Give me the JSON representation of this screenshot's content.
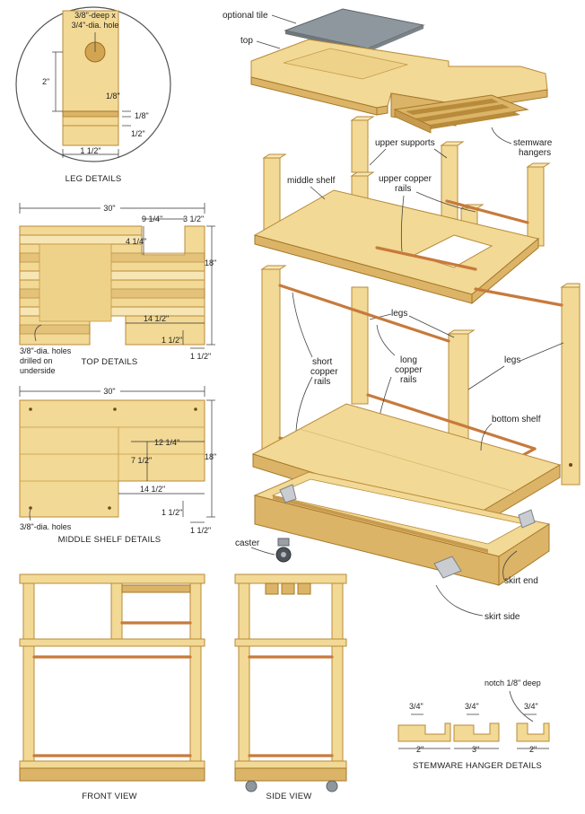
{
  "colors": {
    "wood": "#f2d995",
    "wood_dark": "#dcb468",
    "wood_edge": "#b88b3a",
    "copper": "#c77a3c",
    "tile": "#8e979d"
  },
  "captions": {
    "leg_details": "LEG DETAILS",
    "top_details": "TOP DETAILS",
    "middle_shelf_details": "MIDDLE SHELF DETAILS",
    "front_view": "FRONT VIEW",
    "side_view": "SIDE VIEW",
    "stemware_hanger_details": "STEMWARE HANGER DETAILS"
  },
  "leg_details": {
    "hole_label_line1": "3/8\"-deep x",
    "hole_label_line2": "3/4\"-dia. hole",
    "dim_2": "2\"",
    "dim_1_8": "1/8\"",
    "dim_1_8b": "1/8\"",
    "dim_1_2": "1/2\"",
    "dim_1_1_2": "1 1/2\""
  },
  "top_details": {
    "dim_30": "30\"",
    "dim_9_1_4": "9 1/4\"",
    "dim_3_1_2": "3 1/2\"",
    "dim_4_1_4": "4 1/4\"",
    "dim_18": "18\"",
    "dim_14_1_2": "14 1/2\"",
    "dim_1_1_2a": "1 1/2\"",
    "dim_1_1_2b": "1 1/2\"",
    "note_line1": "3/8\"-dia. holes",
    "note_line2": "drilled on",
    "note_line3": "underside"
  },
  "middle_shelf_details": {
    "dim_30": "30\"",
    "dim_12_1_4": "12 1/4\"",
    "dim_7_1_2": "7 1/2\"",
    "dim_18": "18\"",
    "dim_14_1_2": "14 1/2\"",
    "dim_1_1_2a": "1 1/2\"",
    "dim_1_1_2b": "1 1/2\"",
    "note": "3/8\"-dia. holes"
  },
  "exploded_labels": {
    "optional_tile": "optional tile",
    "top": "top",
    "stemware_hangers_line1": "stemware",
    "stemware_hangers_line2": "hangers",
    "upper_supports": "upper supports",
    "middle_shelf": "middle shelf",
    "upper_copper_rails_line1": "upper copper",
    "upper_copper_rails_line2": "rails",
    "legs_upper": "legs",
    "legs_right": "legs",
    "short_copper_rails_line1": "short",
    "short_copper_rails_line2": "copper",
    "short_copper_rails_line3": "rails",
    "long_copper_rails_line1": "long",
    "long_copper_rails_line2": "copper",
    "long_copper_rails_line3": "rails",
    "bottom_shelf": "bottom shelf",
    "caster": "caster",
    "skirt_end": "skirt end",
    "skirt_side": "skirt side"
  },
  "stemware_hanger_details": {
    "notch_label": "notch 1/8\" deep",
    "dim_a": "3/4\"",
    "dim_b": "3/4\"",
    "dim_c": "3/4\"",
    "width_a": "2\"",
    "width_b": "3\"",
    "width_c": "2\""
  }
}
